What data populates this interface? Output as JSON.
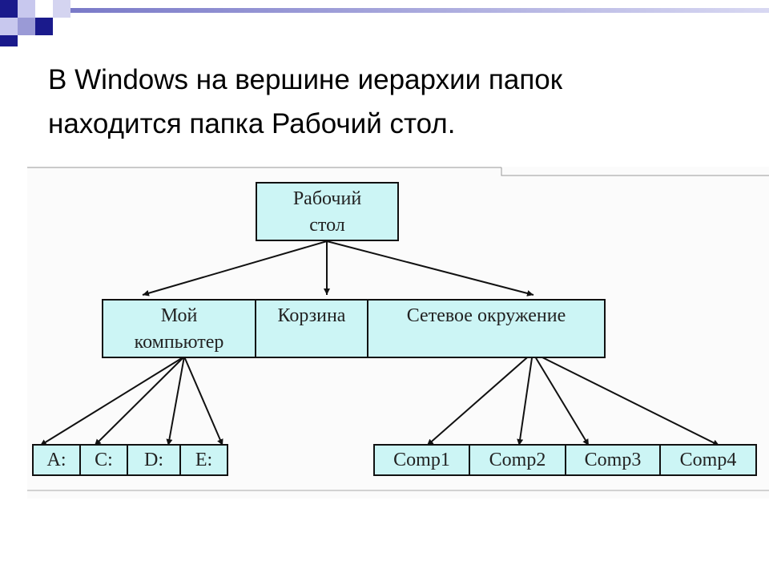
{
  "slide": {
    "title_lines": [
      "В Windows на вершине иерархии папок",
      "находится папка Рабочий стол."
    ]
  },
  "diagram": {
    "root": {
      "lines": [
        "Рабочий",
        "стол"
      ]
    },
    "level1": [
      {
        "lines": [
          "Мой",
          "компьютер"
        ]
      },
      {
        "lines": [
          "Корзина"
        ]
      },
      {
        "lines": [
          "Сетевое окружение"
        ]
      }
    ],
    "drives": [
      "A:",
      "C:",
      "D:",
      "E:"
    ],
    "computers": [
      "Comp1",
      "Comp2",
      "Comp3",
      "Comp4"
    ]
  },
  "colors": {
    "node_fill": "#ccf5f5",
    "accent_navy": "#1a1a8c",
    "accent_lavender": "#b8b8e6"
  }
}
